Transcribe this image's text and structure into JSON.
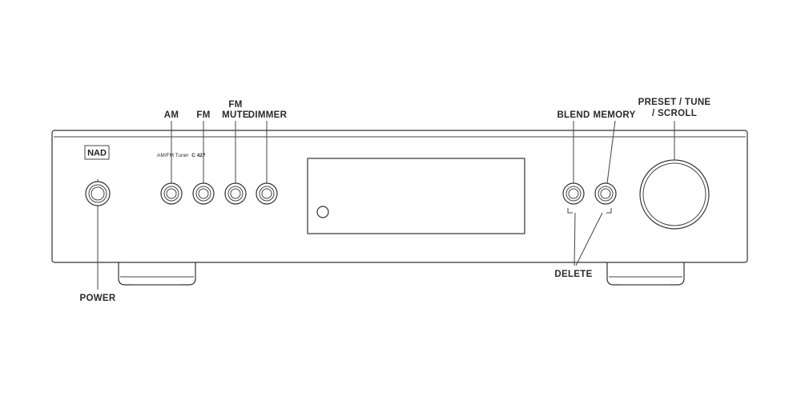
{
  "brand": {
    "logo": "NAD"
  },
  "model": {
    "prefix": "AM/FM Tuner",
    "number": "C 427"
  },
  "callouts": {
    "am": "AM",
    "fm": "FM",
    "fm_mute_line1": "FM",
    "fm_mute_line2": "MUTE",
    "dimmer": "DIMMER",
    "blend": "BLEND",
    "memory": "MEMORY",
    "preset_line1": "PRESET / TUNE",
    "preset_line2": "/ SCROLL",
    "delete": "DELETE",
    "power": "POWER"
  },
  "colors": {
    "line": "#333333",
    "background": "#ffffff"
  }
}
